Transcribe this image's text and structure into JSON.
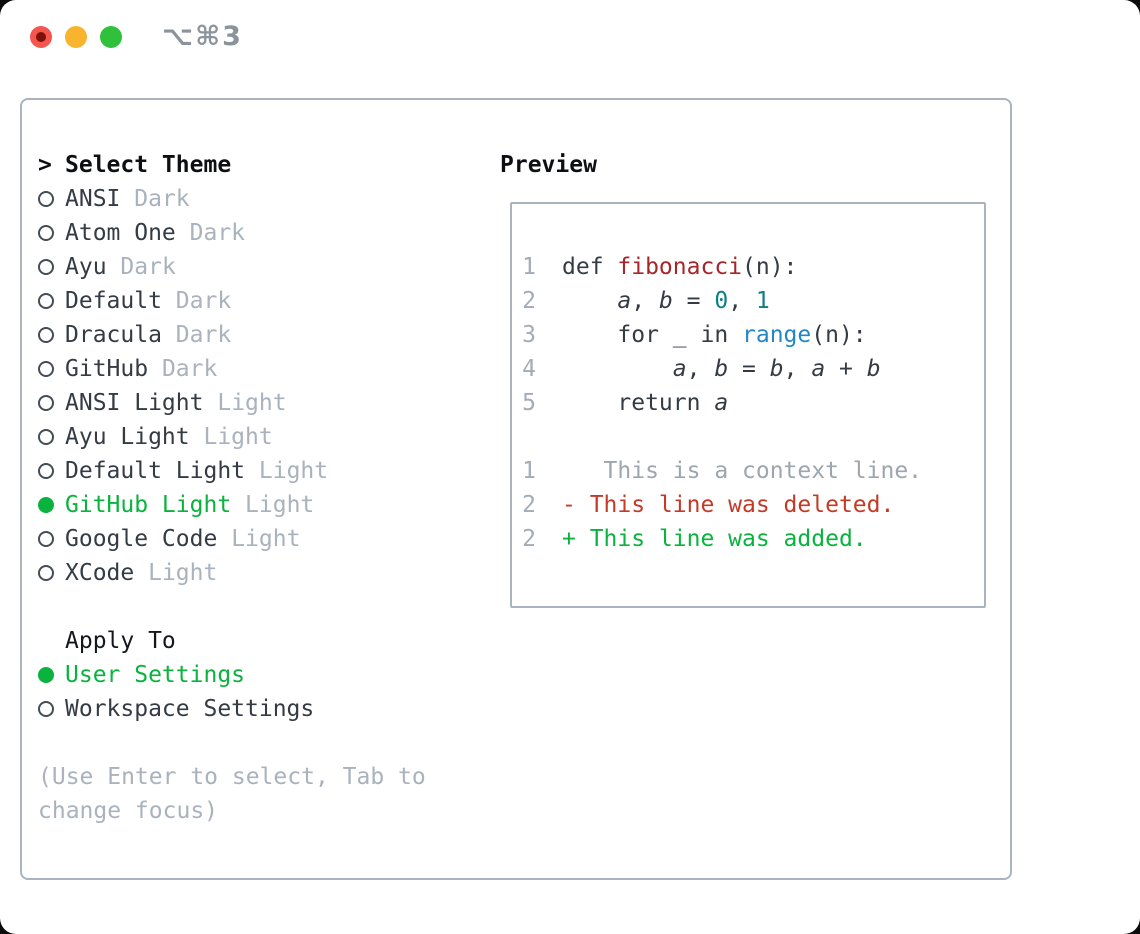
{
  "window": {
    "title": "⌥⌘3",
    "traffic_lights": {
      "close": "close-button",
      "minimize": "minimize-button",
      "zoom": "zoom-button"
    }
  },
  "colors": {
    "accent_green": "#0ab33e",
    "diff_red": "#c43a26",
    "function_red": "#a6262a",
    "number_teal": "#0f7e87",
    "builtin_blue": "#2187c6",
    "muted_gray": "#a9b2bd",
    "text_dark": "#343b44",
    "border_gray": "#aab4bf"
  },
  "theme_selector": {
    "pointer": ">",
    "heading": "Select Theme",
    "themes": [
      {
        "name": "ANSI",
        "tag": "Dark",
        "selected": false
      },
      {
        "name": "Atom One",
        "tag": "Dark",
        "selected": false
      },
      {
        "name": "Ayu",
        "tag": "Dark",
        "selected": false
      },
      {
        "name": "Default",
        "tag": "Dark",
        "selected": false
      },
      {
        "name": "Dracula",
        "tag": "Dark",
        "selected": false
      },
      {
        "name": "GitHub",
        "tag": "Dark",
        "selected": false
      },
      {
        "name": "ANSI Light",
        "tag": "Light",
        "selected": false
      },
      {
        "name": "Ayu Light",
        "tag": "Light",
        "selected": false
      },
      {
        "name": "Default Light",
        "tag": "Light",
        "selected": false
      },
      {
        "name": "GitHub Light",
        "tag": "Light",
        "selected": true
      },
      {
        "name": "Google Code",
        "tag": "Light",
        "selected": false
      },
      {
        "name": "XCode",
        "tag": "Light",
        "selected": false
      }
    ],
    "apply_to": {
      "heading": "Apply To",
      "options": [
        {
          "label": "User Settings",
          "selected": true
        },
        {
          "label": "Workspace Settings",
          "selected": false
        }
      ]
    },
    "hint": "(Use Enter to select, Tab to change focus)"
  },
  "preview": {
    "heading": "Preview",
    "code_lines": [
      {
        "n": "1",
        "tokens": [
          {
            "t": "def ",
            "c": "t"
          },
          {
            "t": "fibonacci",
            "c": "fn"
          },
          {
            "t": "(n):",
            "c": "t"
          }
        ]
      },
      {
        "n": "2",
        "tokens": [
          {
            "t": "    ",
            "c": "t"
          },
          {
            "t": "a",
            "c": "v"
          },
          {
            "t": ", ",
            "c": "t"
          },
          {
            "t": "b",
            "c": "v"
          },
          {
            "t": " = ",
            "c": "t"
          },
          {
            "t": "0",
            "c": "num"
          },
          {
            "t": ", ",
            "c": "t"
          },
          {
            "t": "1",
            "c": "num"
          }
        ]
      },
      {
        "n": "3",
        "tokens": [
          {
            "t": "    for _ in ",
            "c": "t"
          },
          {
            "t": "range",
            "c": "b"
          },
          {
            "t": "(n):",
            "c": "t"
          }
        ]
      },
      {
        "n": "4",
        "tokens": [
          {
            "t": "        ",
            "c": "t"
          },
          {
            "t": "a",
            "c": "v"
          },
          {
            "t": ", ",
            "c": "t"
          },
          {
            "t": "b",
            "c": "v"
          },
          {
            "t": " = ",
            "c": "t"
          },
          {
            "t": "b",
            "c": "v"
          },
          {
            "t": ", ",
            "c": "t"
          },
          {
            "t": "a",
            "c": "v"
          },
          {
            "t": " + ",
            "c": "t"
          },
          {
            "t": "b",
            "c": "v"
          }
        ]
      },
      {
        "n": "5",
        "tokens": [
          {
            "t": "    return ",
            "c": "t"
          },
          {
            "t": "a",
            "c": "v"
          }
        ]
      }
    ],
    "diff_lines": [
      {
        "n": "1",
        "kind": "ctx",
        "text": "   This is a context line."
      },
      {
        "n": "2",
        "kind": "del",
        "text": "- This line was deleted."
      },
      {
        "n": "2",
        "kind": "add",
        "text": "+ This line was added."
      }
    ]
  }
}
